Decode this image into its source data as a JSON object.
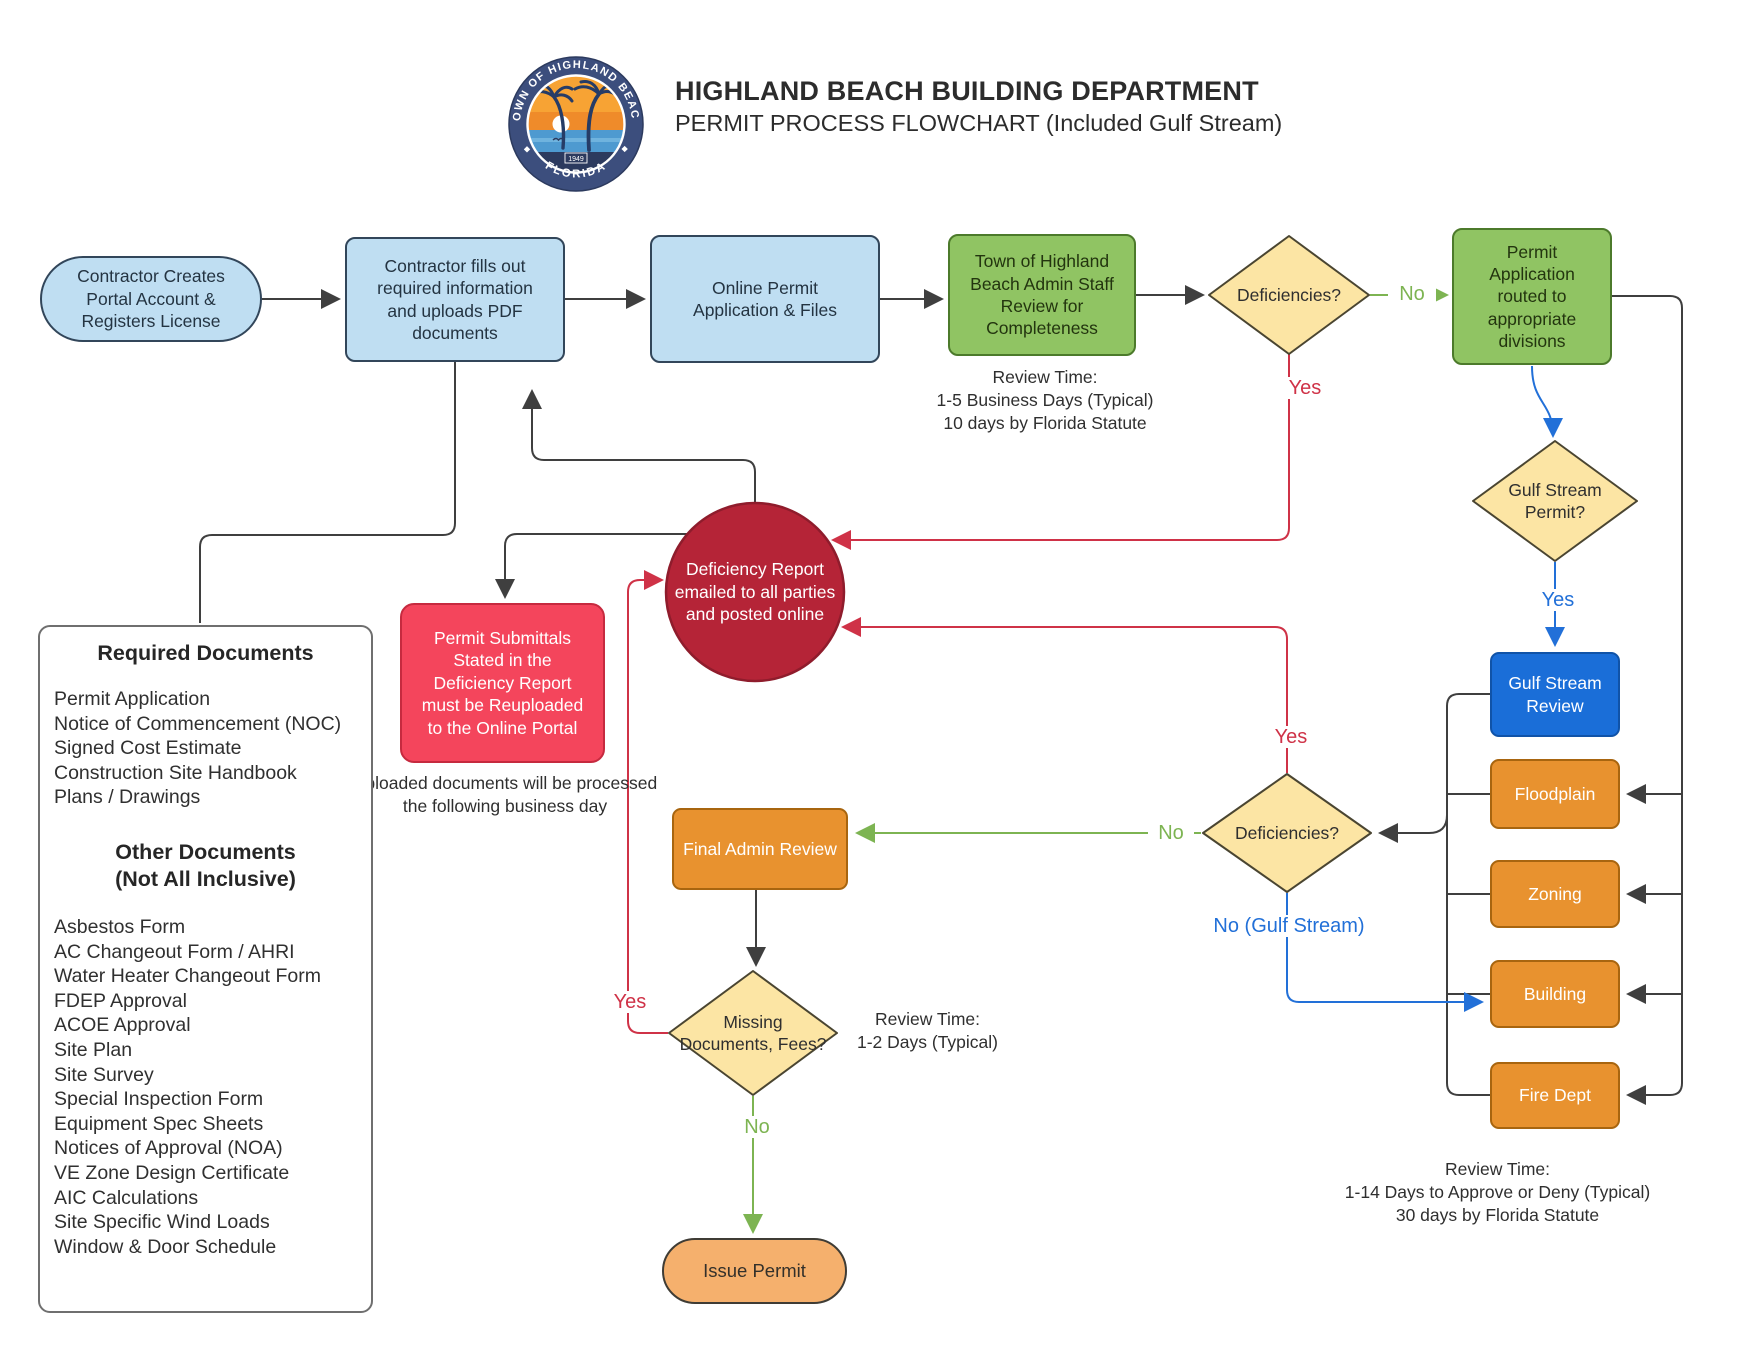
{
  "header": {
    "title": "HIGHLAND BEACH BUILDING DEPARTMENT",
    "subtitle": "PERMIT PROCESS FLOWCHART (Included Gulf Stream)",
    "logo": {
      "ring_top": "TOWN OF HIGHLAND BEACH",
      "ring_bottom": "FLORIDA",
      "year": "1949"
    }
  },
  "nodes": {
    "contractor_oval": "Contractor Creates Portal Account & Registers License",
    "fills_out": "Contractor fills out required information and uploads PDF documents",
    "online_permit": "Online Permit Application & Files",
    "admin_review": "Town of Highland Beach Admin Staff Review for Completeness",
    "deficiencies1": "Deficiencies?",
    "routed": "Permit Application routed to appropriate divisions",
    "gulf_permit": "Gulf Stream Permit?",
    "gulf_review": "Gulf Stream Review",
    "floodplain": "Floodplain",
    "zoning": "Zoning",
    "building": "Building",
    "fire_dept": "Fire Dept",
    "deficiency_report": "Deficiency Report emailed to all parties and posted online",
    "permit_submittals": "Permit Submittals Stated in the Deficiency Report must be Reuploaded to the Online Portal",
    "final_admin": "Final Admin Review",
    "deficiencies2": "Deficiencies?",
    "missing_docs": "Missing Documents, Fees?",
    "issue_permit": "Issue Permit"
  },
  "notes": {
    "review1": "Review Time:\n1-5 Business Days (Typical)\n10 days by Florida Statute",
    "uploaded": "Uploaded documents will be processed the following business day",
    "review2": "Review Time:\n1-2 Days (Typical)",
    "review3": "Review Time:\n1-14 Days to Approve or Deny (Typical)\n30 days by Florida Statute"
  },
  "labels": {
    "no1": "No",
    "yes1": "Yes",
    "yes_gulf": "Yes",
    "yes2": "Yes",
    "no2": "No",
    "no_gulf": "No (Gulf Stream)",
    "yes3": "Yes",
    "no3": "No"
  },
  "docs": {
    "title": "Required Documents",
    "required": [
      "Permit Application",
      "Notice of Commencement (NOC)",
      "Signed Cost Estimate",
      "Construction Site Handbook",
      "Plans / Drawings"
    ],
    "other_title": "Other Documents\n(Not All Inclusive)",
    "other": [
      "Asbestos Form",
      "AC Changeout Form / AHRI",
      "Water Heater Changeout Form",
      "FDEP Approval",
      "ACOE Approval",
      "Site Plan",
      "Site Survey",
      "Special Inspection Form",
      "Equipment Spec Sheets",
      "Notices of Approval (NOA)",
      "VE Zone Design Certificate",
      "AIC Calculations",
      "Site Specific Wind Loads",
      "Window & Door Schedule"
    ]
  },
  "colors": {
    "accent_blue": "#1a6ed8",
    "accent_green": "#7db452",
    "accent_red": "#cf3247",
    "accent_orange": "#e8922f",
    "node_blue": "#bfdef2",
    "node_green": "#90c463",
    "node_yellow": "#fce5a4",
    "node_darkred": "#b52437"
  }
}
